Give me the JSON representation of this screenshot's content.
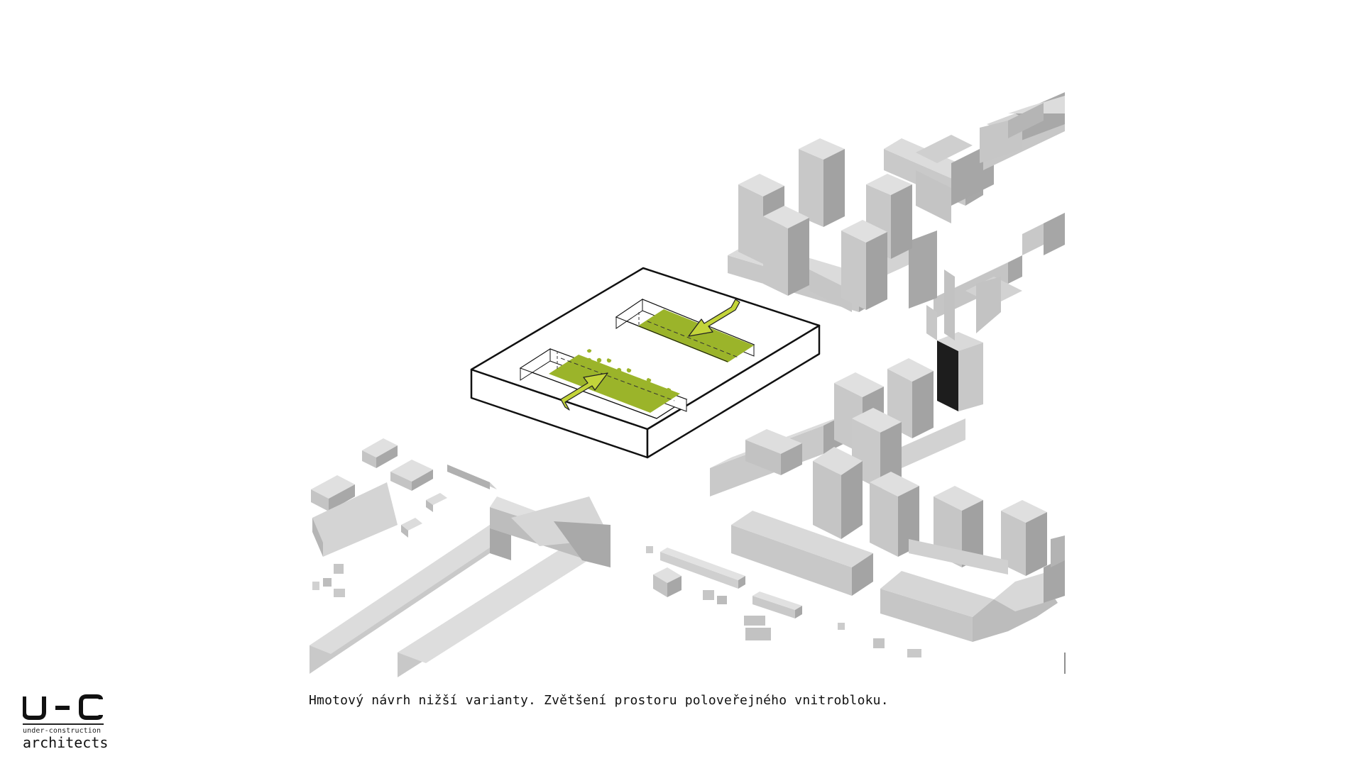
{
  "caption": "Hmotový návrh nižší varianty. Zvětšení prostoru poloveřejného vnitrobloku.",
  "logo": {
    "mark": "u-c",
    "subtitle": "under-construction",
    "name": "architects"
  },
  "colors": {
    "accent_green": "#9bb42a",
    "building_top": "#dcdcdc",
    "building_side_light": "#c4c4c4",
    "building_side_dark": "#a3a3a3",
    "outline": "#111111"
  }
}
